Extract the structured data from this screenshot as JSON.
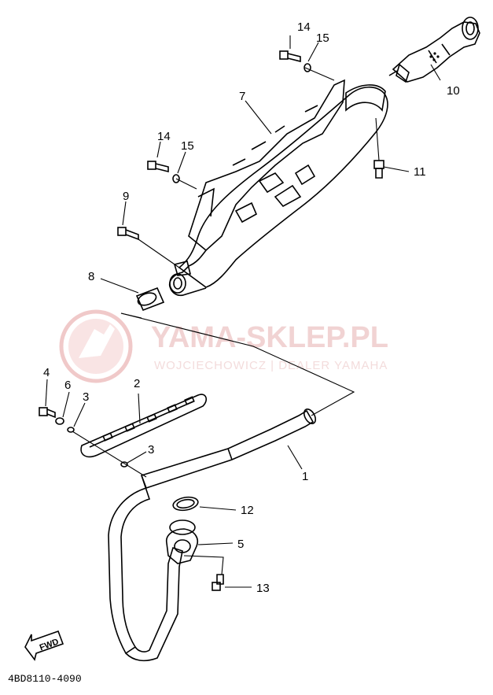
{
  "watermark": {
    "title": "YAMA-SKLEP.PL",
    "subtitle": "WOJCIECHOWICZ | DEALER YAMAHA",
    "color": "#e08a8a"
  },
  "diagram_code": "4BD8110-4090",
  "fwd_label": "FWD",
  "parts": {
    "p1": "1",
    "p2": "2",
    "p3a": "3",
    "p3b": "3",
    "p4": "4",
    "p5": "5",
    "p6": "6",
    "p7": "7",
    "p8": "8",
    "p9": "9",
    "p10": "10",
    "p11": "11",
    "p12": "12",
    "p13": "13",
    "p14a": "14",
    "p14b": "14",
    "p15a": "15",
    "p15b": "15"
  }
}
